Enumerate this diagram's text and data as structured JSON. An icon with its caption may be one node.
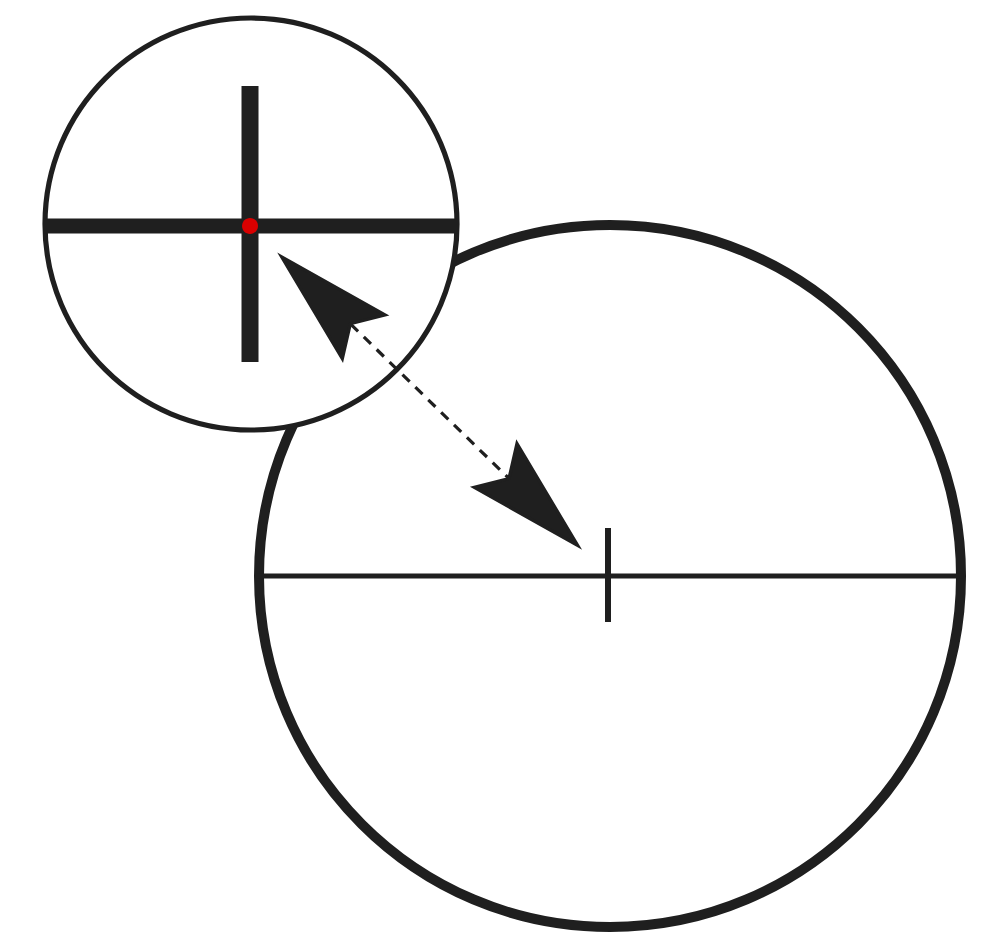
{
  "diagram": {
    "nodes": [
      {
        "text": [],
        "shape": "circle"
      },
      {
        "text": [],
        "shape": "circle",
        "in": 0
      },
      {
        "text": [],
        "shape": "circle"
      },
      {
        "text": [],
        "shape": "bar",
        "in": 2
      }
    ],
    "edges": [
      {
        "from": 1,
        "to": 3,
        "arrow": "both",
        "style": "dashed"
      }
    ]
  }
}
